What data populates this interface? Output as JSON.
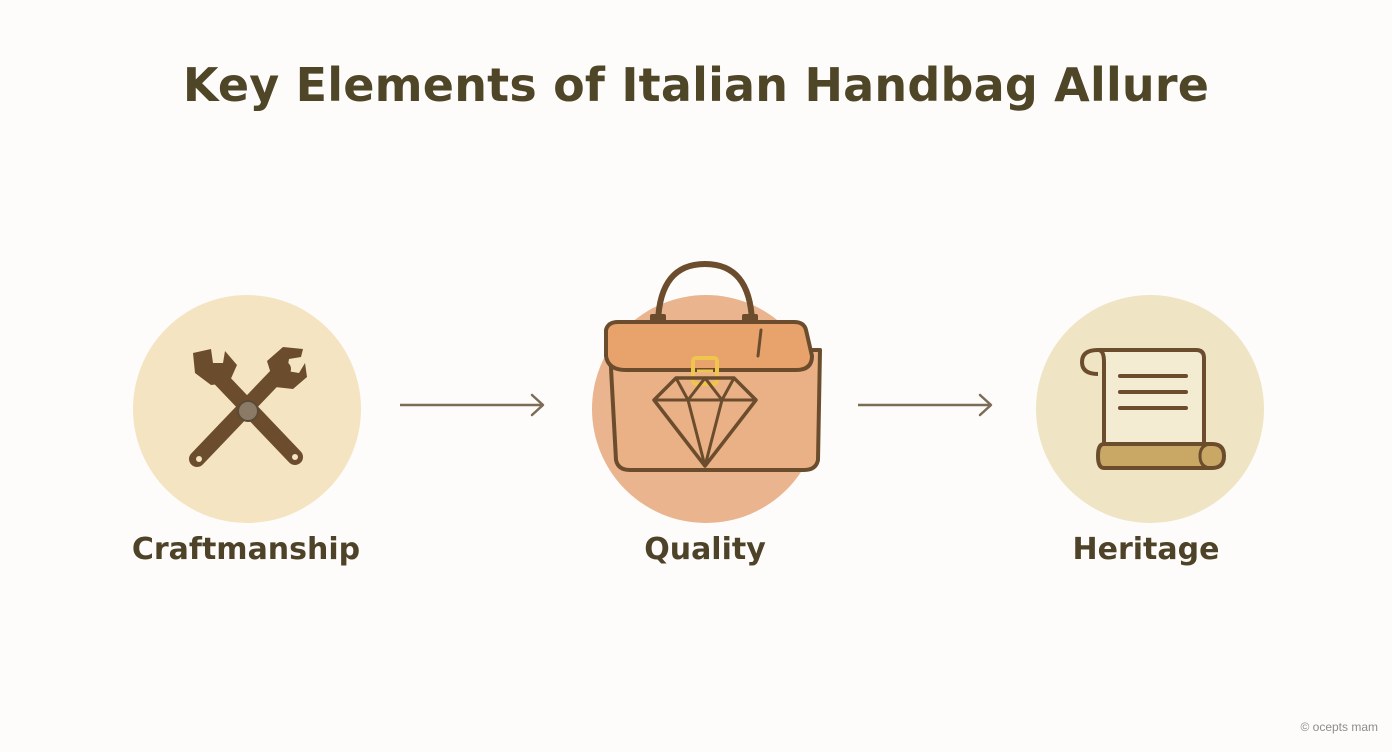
{
  "title": "Key Elements of Italian Handbag Allure",
  "nodes": [
    {
      "label": "Craftmanship",
      "icon": "crossed-wrenches-icon",
      "color": "#f5e4c1"
    },
    {
      "label": "Quality",
      "icon": "handbag-diamond-icon",
      "color": "#e9b48e"
    },
    {
      "label": "Heritage",
      "icon": "scroll-document-icon",
      "color": "#efe4c3"
    }
  ],
  "arrows": [
    {
      "from": "Craftmanship",
      "to": "Quality"
    },
    {
      "from": "Quality",
      "to": "Heritage"
    }
  ],
  "watermark": "© ocepts mam",
  "colors": {
    "text": "#4e4328",
    "icon_stroke": "#6b4d2e",
    "arrow": "#7d6c55",
    "accent_gold": "#f0c54d"
  }
}
